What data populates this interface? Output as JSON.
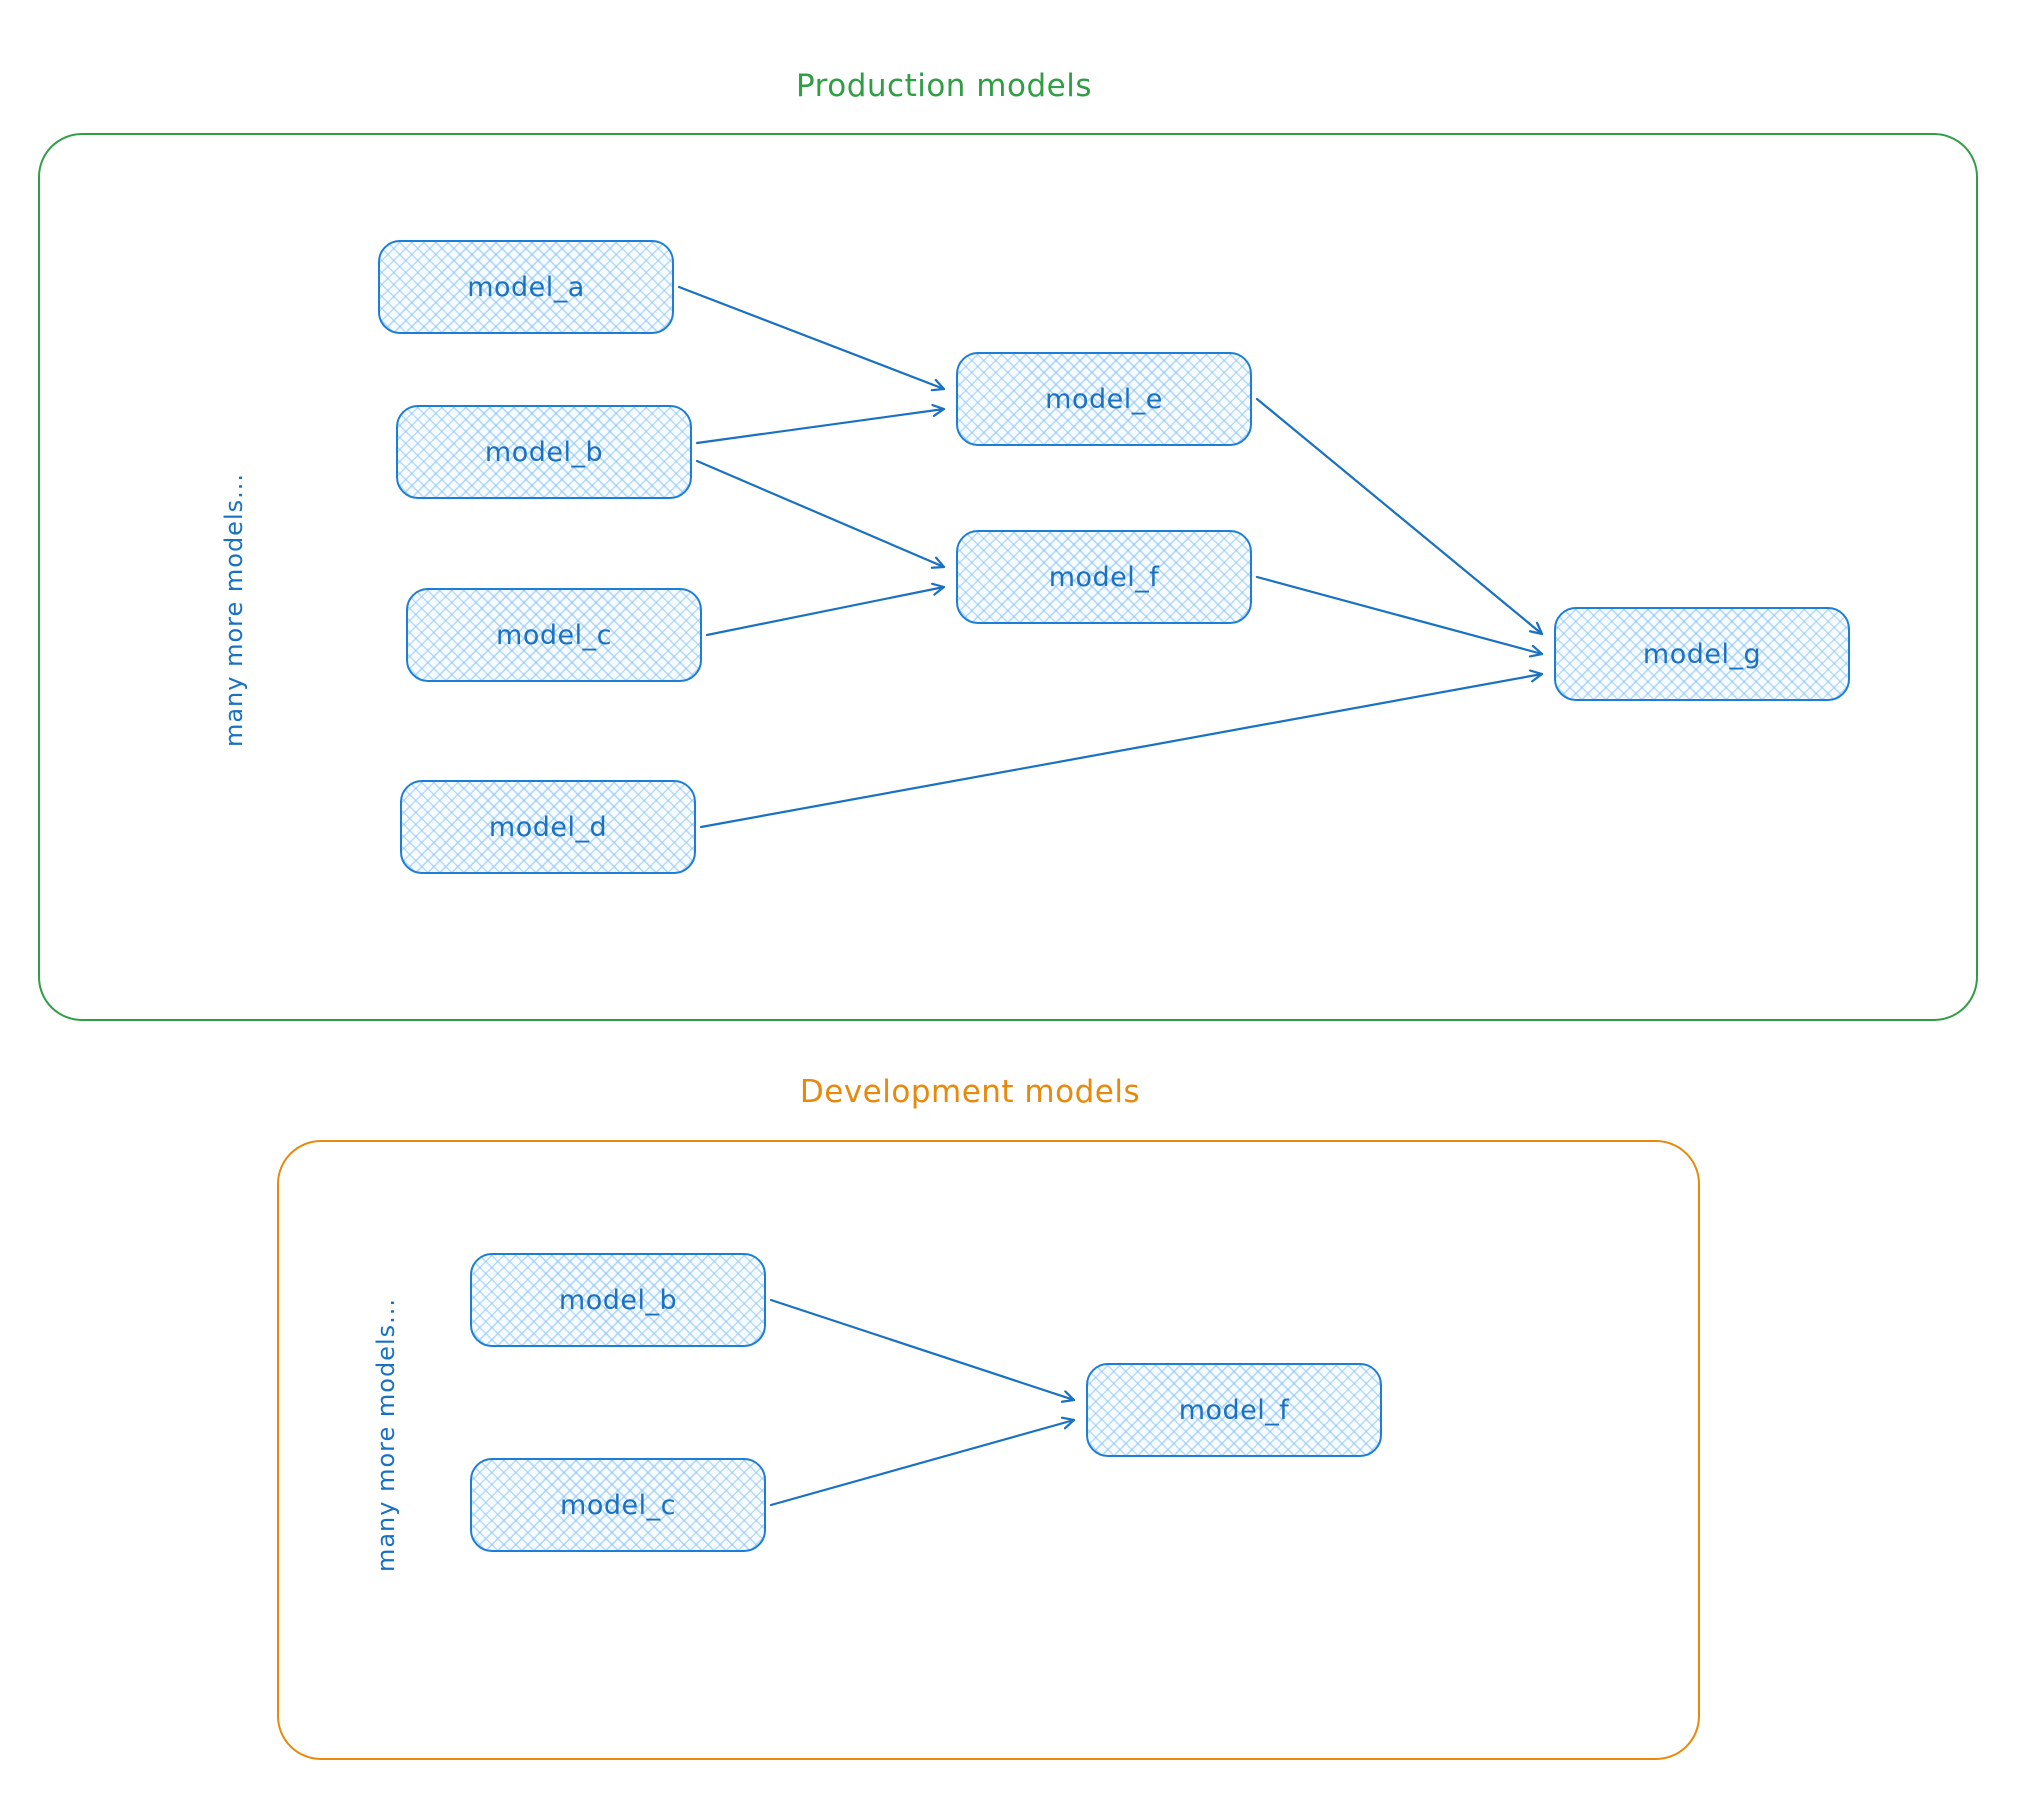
{
  "colors": {
    "production_accent": "#2f9e44",
    "development_accent": "#e8890c",
    "node_stroke": "#1c7ed6",
    "node_fill": "#d6e9fb",
    "node_text": "#1971c2",
    "arrow": "#1971c2"
  },
  "production": {
    "title": "Production models",
    "side_label": "many more models...",
    "nodes": [
      {
        "id": "prod_model_a",
        "label": "model_a"
      },
      {
        "id": "prod_model_b",
        "label": "model_b"
      },
      {
        "id": "prod_model_c",
        "label": "model_c"
      },
      {
        "id": "prod_model_d",
        "label": "model_d"
      },
      {
        "id": "prod_model_e",
        "label": "model_e"
      },
      {
        "id": "prod_model_f",
        "label": "model_f"
      },
      {
        "id": "prod_model_g",
        "label": "model_g"
      }
    ],
    "edges": [
      {
        "from": "prod_model_a",
        "to": "prod_model_e"
      },
      {
        "from": "prod_model_b",
        "to": "prod_model_e"
      },
      {
        "from": "prod_model_b",
        "to": "prod_model_f"
      },
      {
        "from": "prod_model_c",
        "to": "prod_model_f"
      },
      {
        "from": "prod_model_e",
        "to": "prod_model_g"
      },
      {
        "from": "prod_model_f",
        "to": "prod_model_g"
      },
      {
        "from": "prod_model_d",
        "to": "prod_model_g"
      }
    ]
  },
  "development": {
    "title": "Development models",
    "side_label": "many more models...",
    "nodes": [
      {
        "id": "dev_model_b",
        "label": "model_b"
      },
      {
        "id": "dev_model_c",
        "label": "model_c"
      },
      {
        "id": "dev_model_f",
        "label": "model_f"
      }
    ],
    "edges": [
      {
        "from": "dev_model_b",
        "to": "dev_model_f"
      },
      {
        "from": "dev_model_c",
        "to": "dev_model_f"
      }
    ]
  }
}
